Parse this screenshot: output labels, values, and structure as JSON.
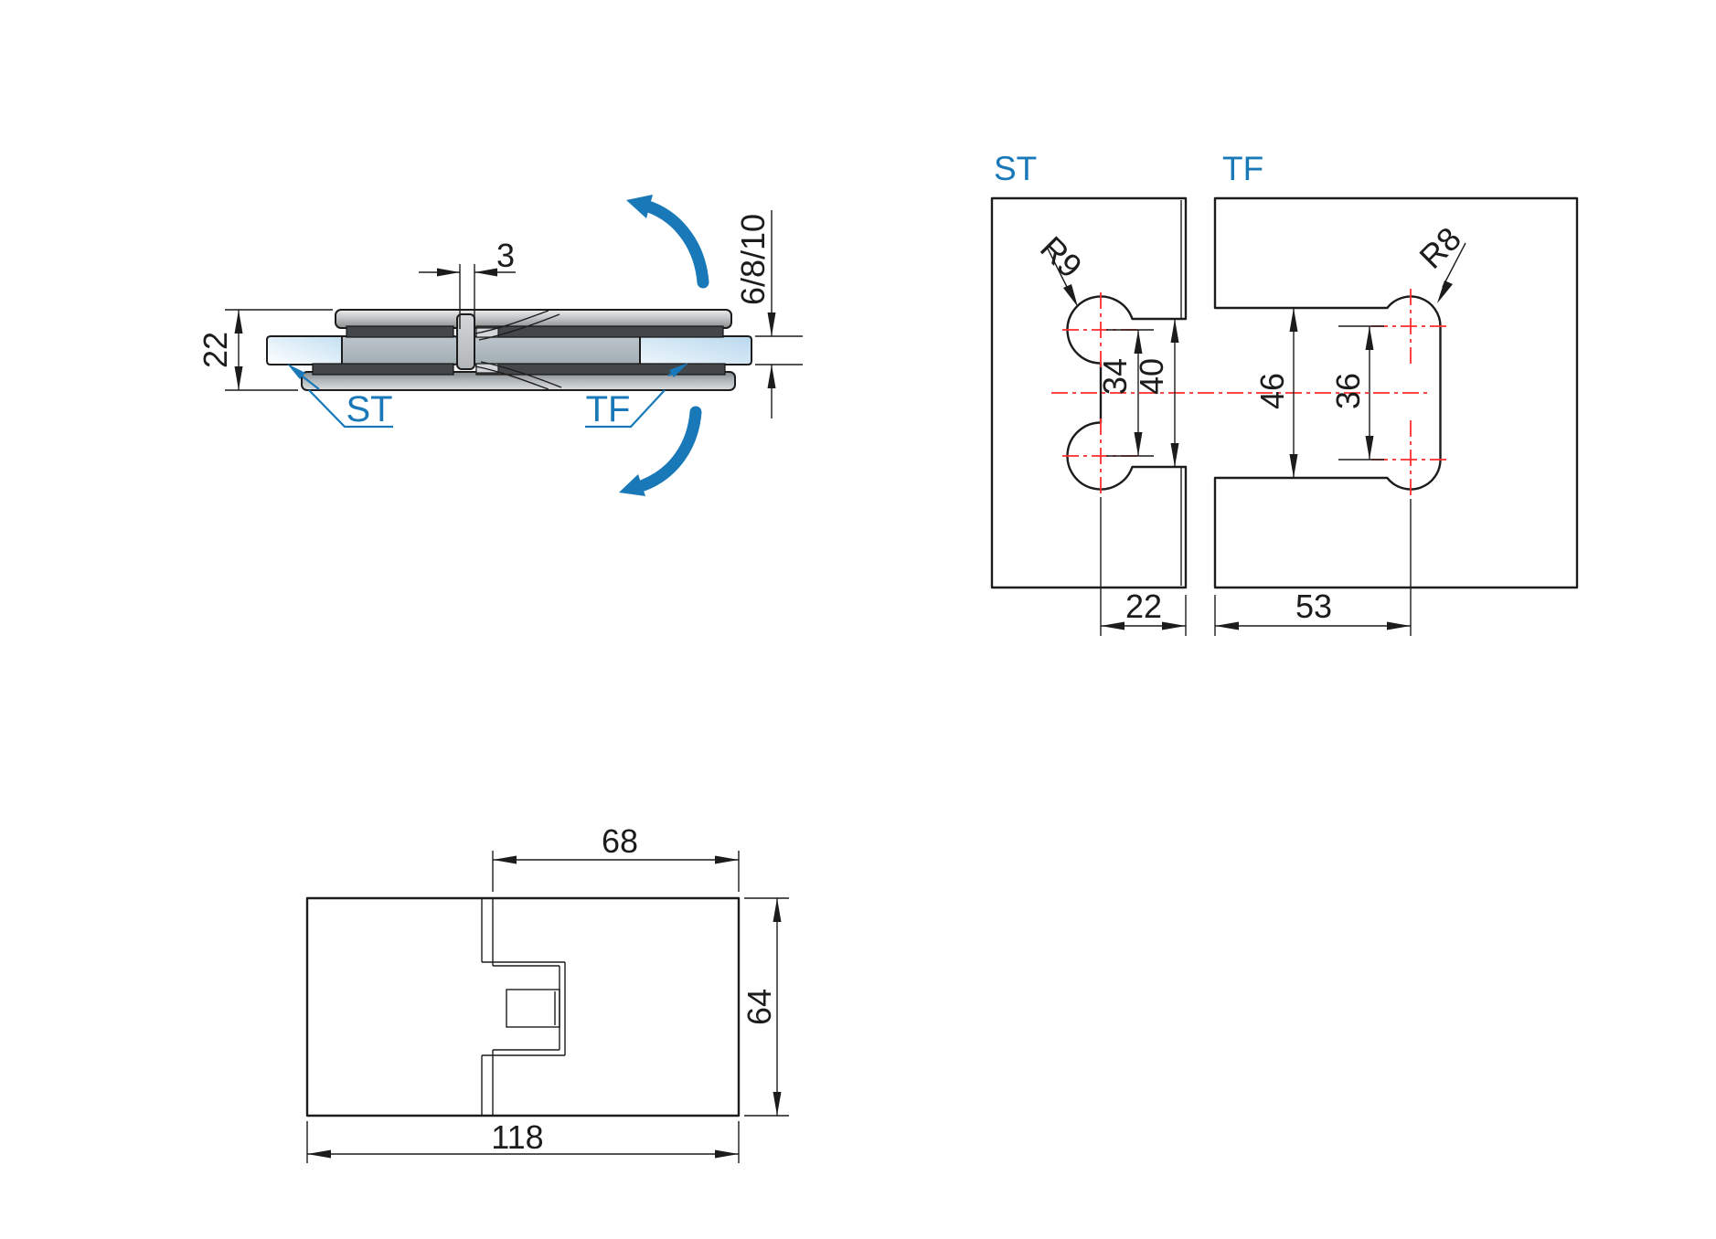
{
  "drawing": {
    "colors": {
      "accent_blue": "#1878b8",
      "centerline_red": "#ff2d2d",
      "ink": "#1c1c1c"
    },
    "cross_section": {
      "label_st": "ST",
      "label_tf": "TF",
      "dim_gap": "3",
      "dim_total_height": "22",
      "dim_glass_thickness": "6/8/10"
    },
    "cutout_st": {
      "title": "ST",
      "radius_label": "R9",
      "dim_center_spacing": "34",
      "dim_cutout_height": "40",
      "dim_cutout_depth": "22"
    },
    "cutout_tf": {
      "title": "TF",
      "radius_label": "R8",
      "dim_cutout_height": "46",
      "dim_center_spacing": "36",
      "dim_cutout_depth": "53"
    },
    "plan_view": {
      "dim_inset": "68",
      "dim_height": "64",
      "dim_width": "118"
    }
  }
}
